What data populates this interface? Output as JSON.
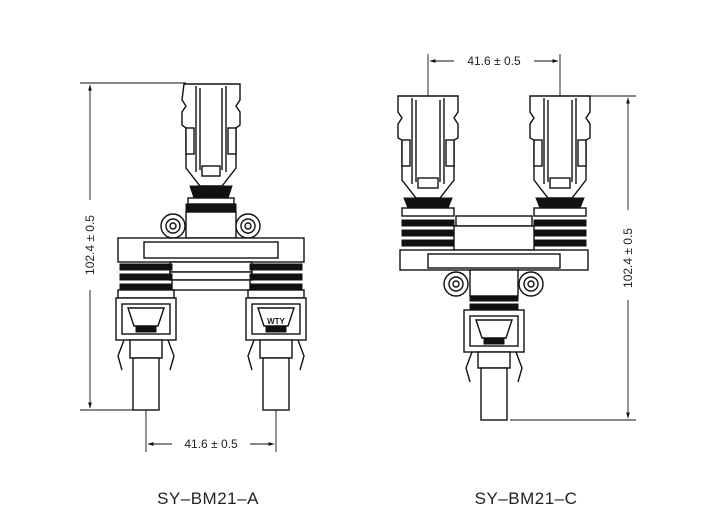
{
  "drawing_a": {
    "caption": "SY–BM21–A",
    "height_dim": "102.4 ± 0.5",
    "width_dim": "41.6 ± 0.5",
    "marking": "WTY"
  },
  "drawing_c": {
    "caption": "SY–BM21–C",
    "height_dim": "102.4 ± 0.5",
    "width_dim": "41.6 ± 0.5"
  }
}
